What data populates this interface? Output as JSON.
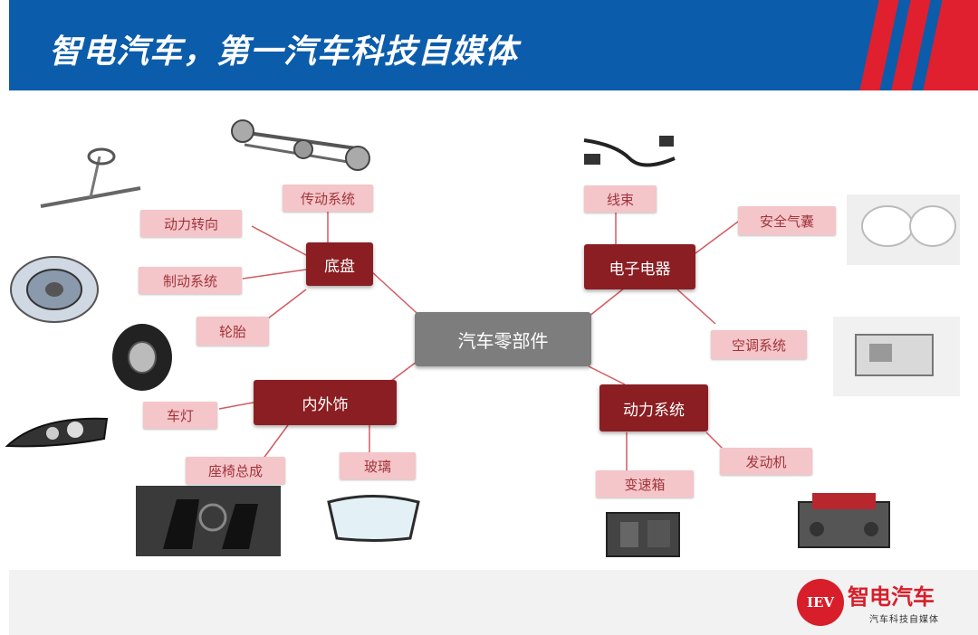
{
  "header": {
    "title": "智电汽车，第一汽车科技自媒体"
  },
  "diagram": {
    "center": "汽车零部件",
    "categories": {
      "chassis": "底盘",
      "electrical": "电子电器",
      "interior": "内外饰",
      "powertrain": "动力系统"
    },
    "leaves": {
      "transmission_system": "传动系统",
      "power_steering": "动力转向",
      "brake_system": "制动系统",
      "tire": "轮胎",
      "wire_harness": "线束",
      "airbag": "安全气囊",
      "ac_system": "空调系统",
      "car_light": "车灯",
      "seat_assembly": "座椅总成",
      "glass": "玻璃",
      "gearbox": "变速箱",
      "engine": "发动机"
    }
  },
  "footer": {
    "logo_mark": "IEV",
    "logo_name": "智电汽车",
    "logo_subtitle": "汽车科技自媒体"
  },
  "colors": {
    "header_blue": "#0b5cab",
    "accent_red": "#e0202f",
    "category_red": "#8b1e22",
    "leaf_pink": "#f4c6c9"
  }
}
